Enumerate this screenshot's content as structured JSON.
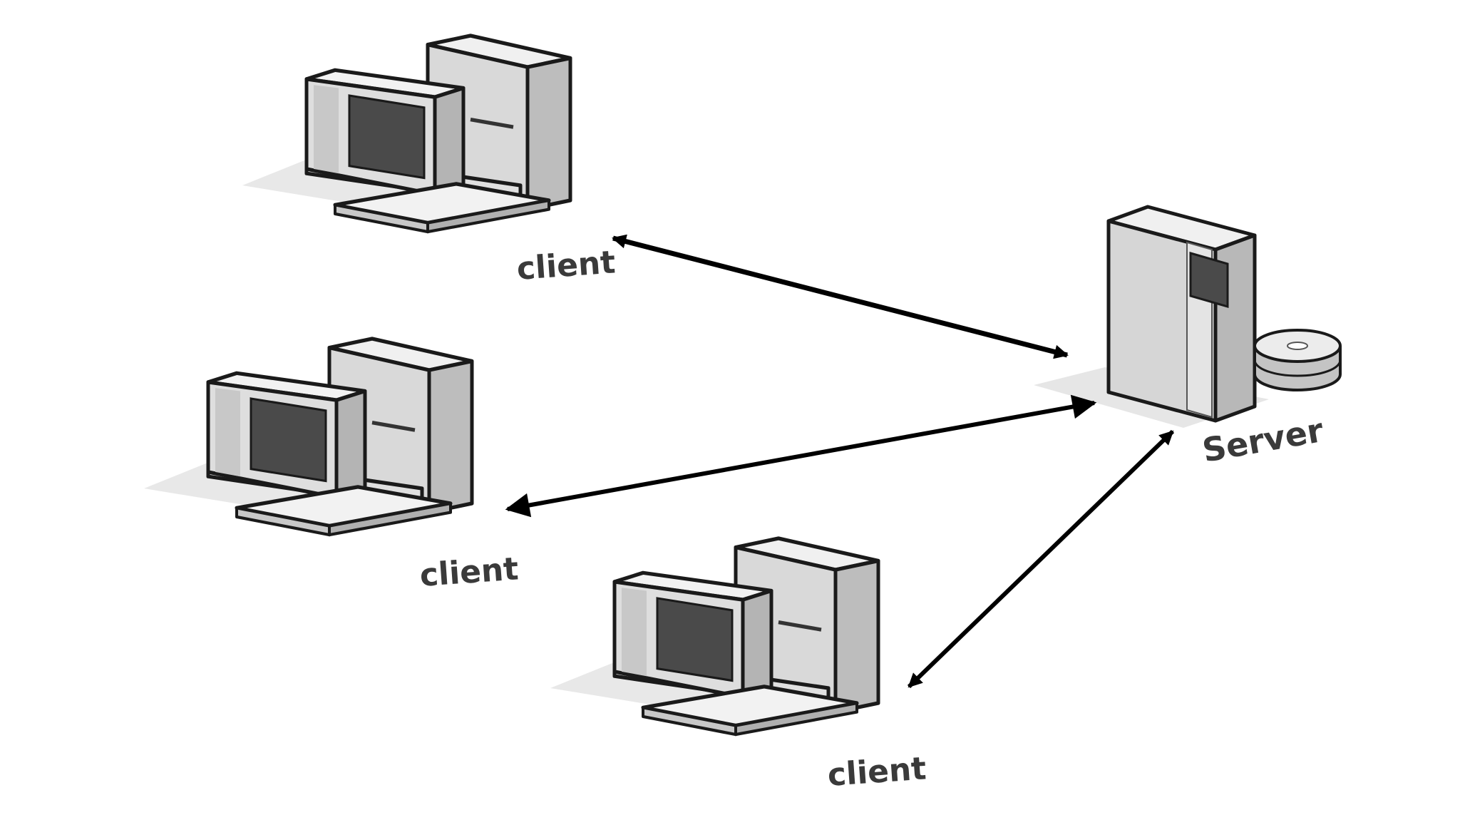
{
  "nodes": {
    "client_top": {
      "label": "client"
    },
    "client_middle": {
      "label": "client"
    },
    "client_bottom": {
      "label": "client"
    },
    "server": {
      "label": "Server"
    }
  },
  "connections": [
    {
      "from": "client_top",
      "to": "server",
      "direction": "bidirectional"
    },
    {
      "from": "client_middle",
      "to": "server",
      "direction": "bidirectional"
    },
    {
      "from": "client_bottom",
      "to": "server",
      "direction": "bidirectional"
    }
  ],
  "colors": {
    "outline": "#1a1a1a",
    "face_light": "#f0f0f0",
    "face_mid": "#d2d2d2",
    "face_dark": "#a8a8a8",
    "screen": "#4a4a4a",
    "shadow": "#e6e6e6",
    "arrow": "#000000",
    "label": "#3a3a3a"
  }
}
